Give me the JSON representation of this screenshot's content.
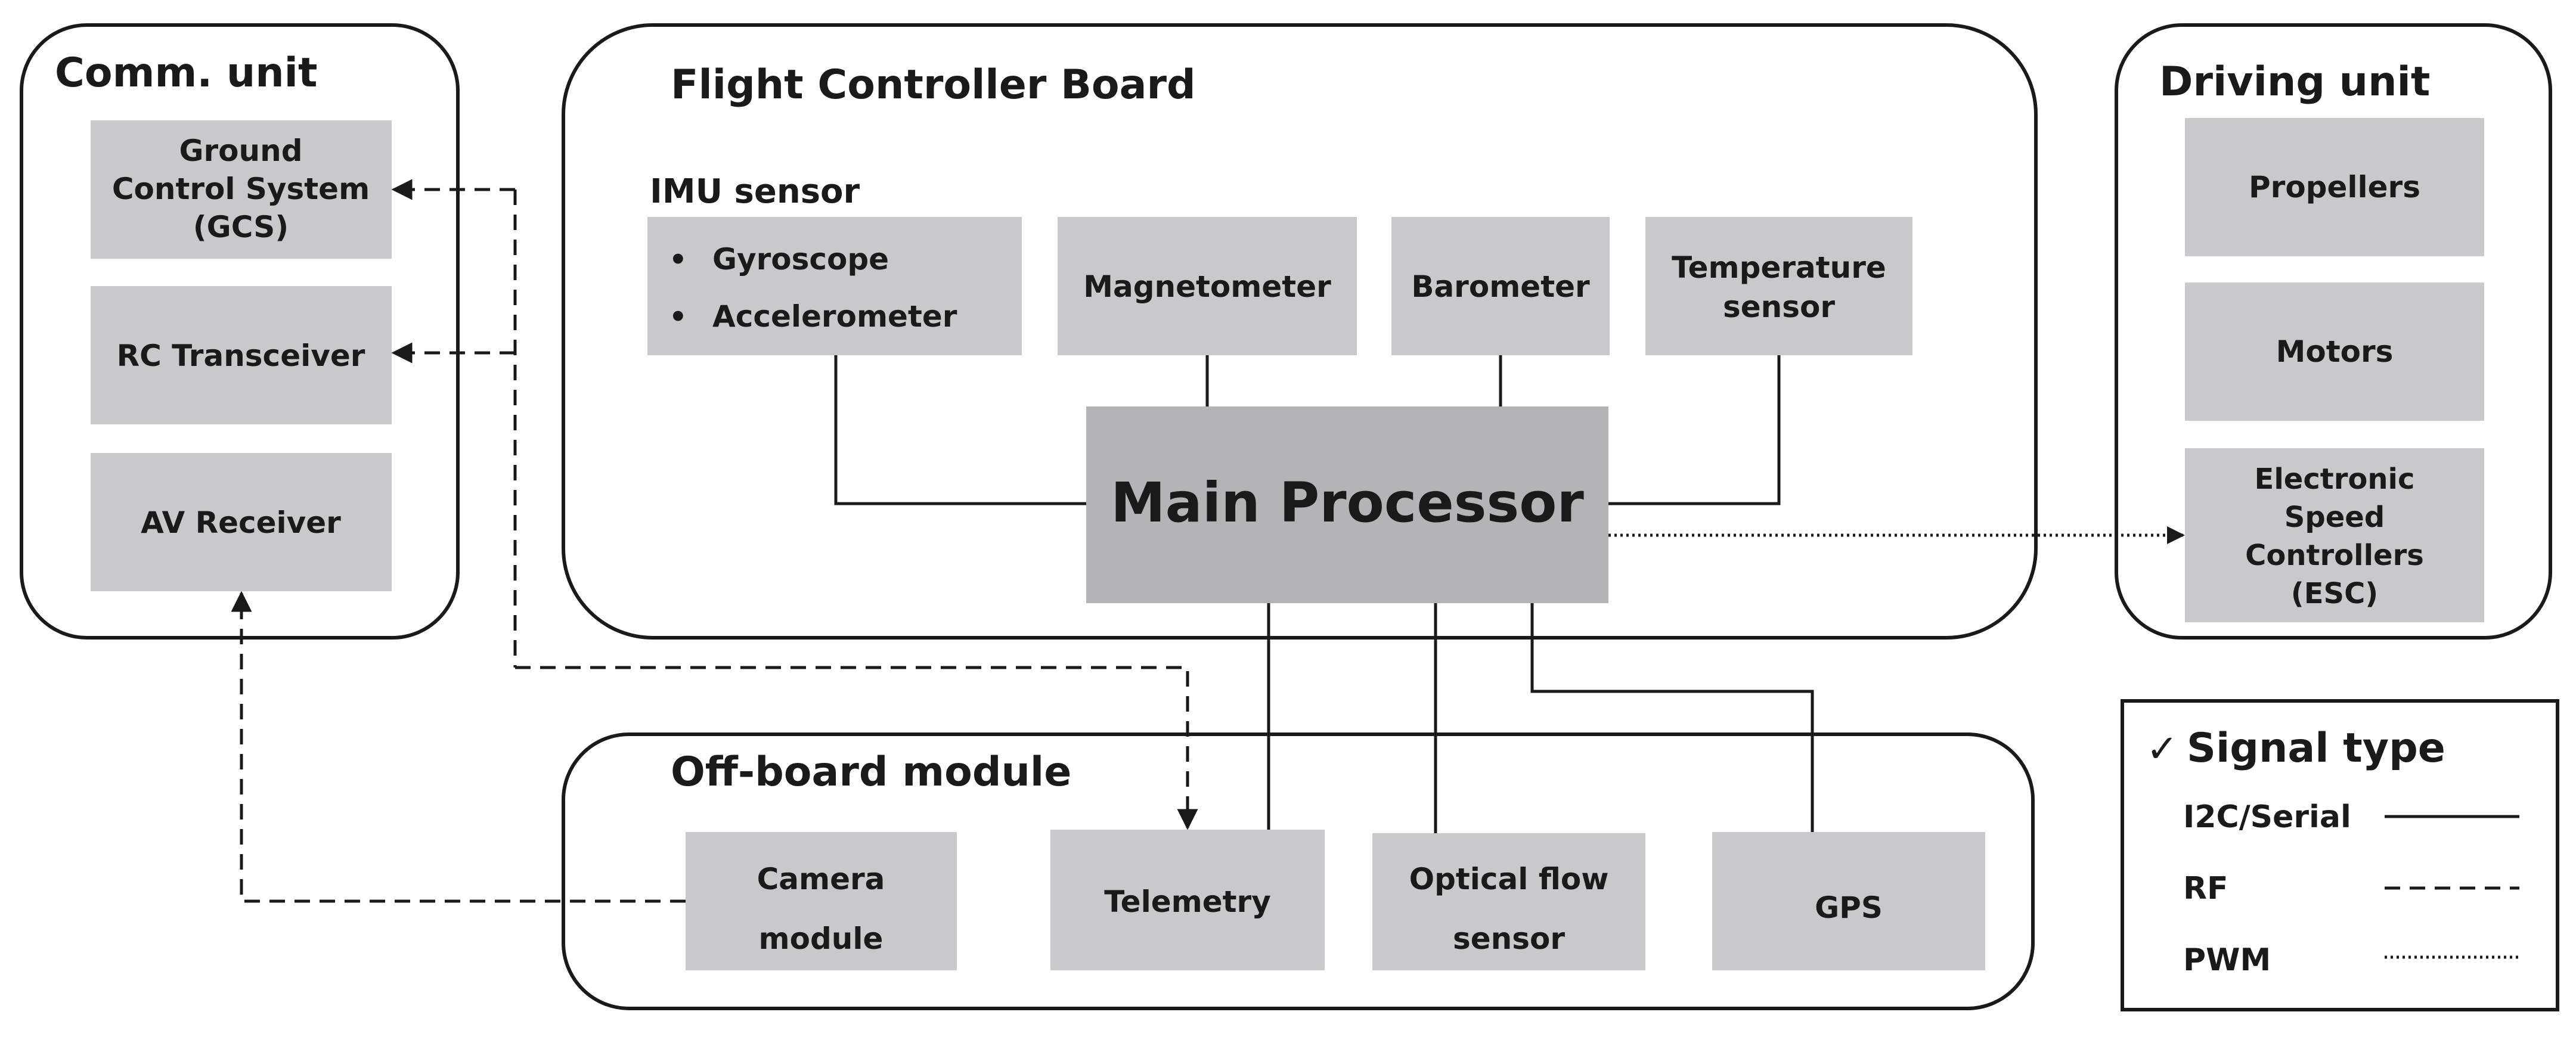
{
  "groups": {
    "comm": "Comm. unit",
    "fcb": "Flight Controller Board",
    "driving": "Driving unit",
    "offboard": "Off-board module"
  },
  "comm": {
    "gcs": [
      "Ground",
      "Control System",
      "(GCS)"
    ],
    "rc": "RC Transceiver",
    "av": "AV Receiver"
  },
  "fcb": {
    "imu_label": "IMU sensor",
    "imu_items": [
      "Gyroscope",
      "Accelerometer"
    ],
    "bullet": "•",
    "magnetometer": "Magnetometer",
    "barometer": "Barometer",
    "temperature": [
      "Temperature",
      "sensor"
    ],
    "main_processor": "Main Processor"
  },
  "driving": {
    "propellers": "Propellers",
    "motors": "Motors",
    "esc": [
      "Electronic",
      "Speed",
      "Controllers",
      "(ESC)"
    ]
  },
  "offboard": {
    "camera": [
      "Camera",
      "module"
    ],
    "telemetry": "Telemetry",
    "optical": [
      "Optical flow",
      "sensor"
    ],
    "gps": "GPS"
  },
  "legend": {
    "check": "✓",
    "title": "Signal type",
    "items": [
      {
        "label": "I2C/Serial",
        "style": "solid"
      },
      {
        "label": "RF",
        "style": "dashed"
      },
      {
        "label": "PWM",
        "style": "dotted"
      }
    ]
  },
  "colors": {
    "box": "#c8c9cb",
    "main_processor": "#b3b4b6",
    "stroke": "#1a1a1a"
  }
}
